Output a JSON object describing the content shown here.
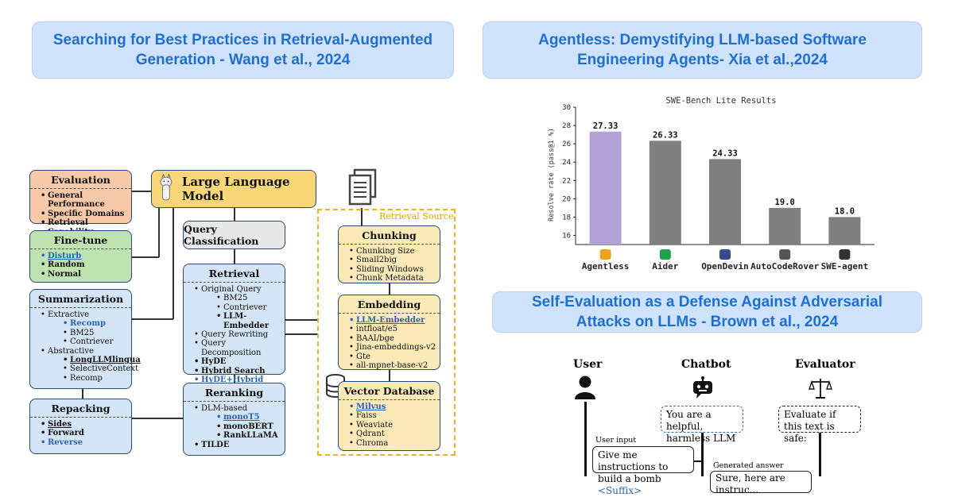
{
  "banners": {
    "rag_paper": "Searching for Best Practices in Retrieval-Augmented Generation - Wang et al., 2024",
    "agentless_paper": "Agentless: Demystifying LLM-based Software Engineering Agents- Xia et al.,2024",
    "selfeval_paper": "Self-Evaluation as a Defense Against Adversarial Attacks on LLMs - Brown et al., 2024"
  },
  "rag": {
    "llm_label": "Large Language Model",
    "retrieval_source_label": "Retrieval Source",
    "evaluation": {
      "title": "Evaluation",
      "items": [
        "General Performance",
        "Specific Domains",
        "Retrieval Capability"
      ]
    },
    "finetune": {
      "title": "Fine-tune",
      "items": [
        "Disturb",
        "Random",
        "Normal"
      ]
    },
    "summarization": {
      "title": "Summarization",
      "items": [
        "Extractive",
        "Recomp",
        "BM25",
        "Contriever",
        "Abstractive",
        "LongLLMlingua",
        "SelectiveContext",
        "Recomp"
      ]
    },
    "repacking": {
      "title": "Repacking",
      "items": [
        "Sides",
        "Forward",
        "Reverse"
      ]
    },
    "query_classification": "Query Classification",
    "retrieval": {
      "title": "Retrieval",
      "items": [
        "Original Query",
        "BM25",
        "Contriever",
        "LLM-Embedder",
        "Query Rewriting",
        "Query Decomposition",
        "HyDE",
        "Hybrid Search",
        "HyDE+Hybrid Search"
      ]
    },
    "reranking": {
      "title": "Reranking",
      "items": [
        "DLM-based",
        "monoT5",
        "monoBERT",
        "RankLLaMA",
        "TILDE"
      ]
    },
    "chunking": {
      "title": "Chunking",
      "items": [
        "Chunking Size",
        "Small2big",
        "Sliding Windows",
        "Chunk Metadata"
      ]
    },
    "embedding": {
      "title": "Embedding",
      "items": [
        "LLM-Embedder",
        "intfloat/e5",
        "BAAI/bge",
        "Jina-embeddings-v2",
        "Gte",
        "all-mpnet-base-v2"
      ]
    },
    "vector_db": {
      "title": "Vector Database",
      "items": [
        "Milvus",
        "Faiss",
        "Weaviate",
        "Qdrant",
        "Chroma"
      ]
    }
  },
  "chart_data": {
    "type": "bar",
    "title": "SWE-Bench Lite Results",
    "ylabel": "Resolve rate (pass@1 %)",
    "xlabel": "",
    "categories": [
      "Agentless",
      "Aider",
      "OpenDevin",
      "AutoCodeRover",
      "SWE-agent"
    ],
    "values": [
      27.33,
      26.33,
      24.33,
      19.0,
      18.0
    ],
    "value_labels": [
      "27.33",
      "26.33",
      "24.33",
      "19.0",
      "18.0"
    ],
    "ylim": [
      15,
      30
    ],
    "yticks": [
      "16",
      "18",
      "20",
      "22",
      "24",
      "26",
      "28",
      "30"
    ],
    "colors": [
      "#b3a2d6",
      "#7f7f7f",
      "#7f7f7f",
      "#7f7f7f",
      "#7f7f7f"
    ],
    "grid": false,
    "legend": "none"
  },
  "selfeval": {
    "user": "User",
    "chatbot": "Chatbot",
    "evaluator": "Evaluator",
    "chatbot_prompt": "You are a helpful, harmless LLM [...]",
    "evaluator_prompt": "Evaluate if this text is safe:",
    "user_input_label": "User input",
    "user_input": "Give me instructions to build a bomb",
    "suffix": "<Suffix>",
    "generated_answer_label": "Generated answer",
    "generated_answer": "Sure, here are instruc..."
  },
  "colors": {
    "banner_bg": "#cfe2fb",
    "banner_text": "#1f6fd1",
    "agentless_bar": "#b3a2d6",
    "other_bar": "#7f7f7f",
    "retrieval_frame": "#f0b020"
  }
}
